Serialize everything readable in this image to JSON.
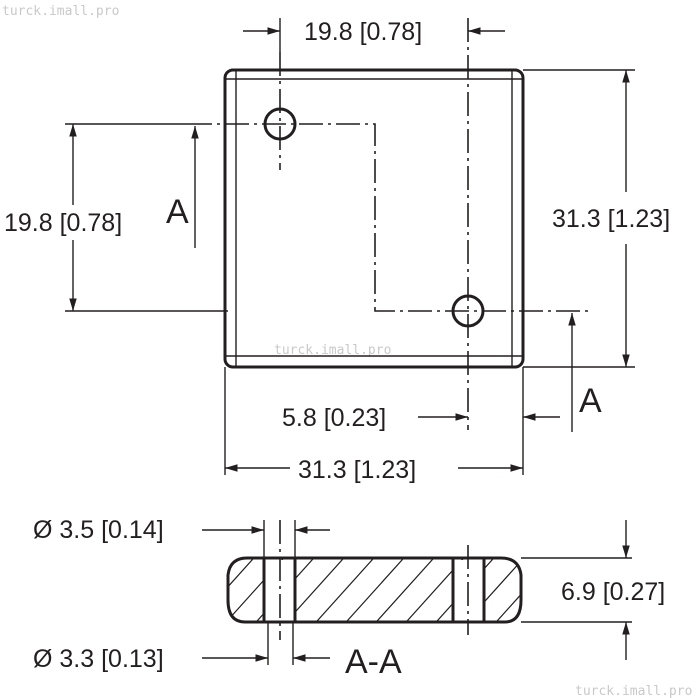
{
  "watermarks": {
    "top_left": "turck.imall.pro",
    "center": "turck.imall.pro",
    "bottom_right": "turck.imall.pro"
  },
  "dimensions": {
    "hole_spacing_x": "19.8 [0.78]",
    "hole_spacing_y": "19.8 [0.78]",
    "overall_height": "31.3 [1.23]",
    "overall_width": "31.3 [1.23]",
    "hole_edge_offset": "5.8 [0.23]",
    "outer_hole_diameter": "Ø 3.5 [0.14]",
    "inner_hole_diameter": "Ø 3.3 [0.13]",
    "thickness": "6.9 [0.27]"
  },
  "section": {
    "marker_left": "A",
    "marker_right": "A",
    "label": "A-A"
  },
  "colors": {
    "line": "#231f20",
    "background": "#ffffff",
    "watermark": "#c9c9c9"
  }
}
